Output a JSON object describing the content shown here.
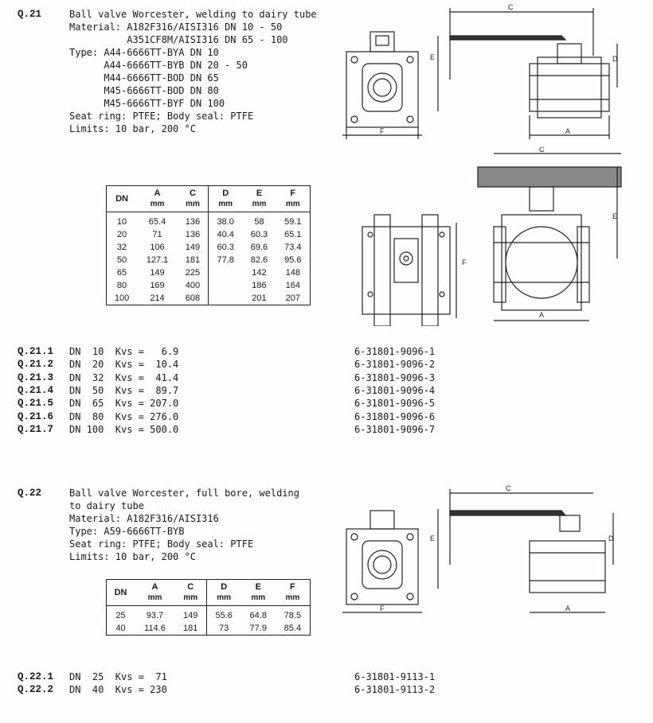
{
  "q21": {
    "code": "Q.21",
    "lines": [
      "Ball valve Worcester, welding to dairy tube",
      "Material: A182F316/AISI316 DN 10 - 50",
      "          A351CF8M/AISI316 DN 65 - 100",
      "Type: A44-6666TT-BYA DN 10",
      "      A44-6666TT-BYB DN 20 - 50",
      "      M44-6666TT-BOD DN 65",
      "      M45-6666TT-BOD DN 80",
      "      M45-6666TT-BYF DN 100",
      "Seat ring: PTFE; Body seal: PTFE",
      "Limits: 10 bar, 200 °C"
    ],
    "table": {
      "headers": [
        [
          "DN",
          ""
        ],
        [
          "A",
          "mm"
        ],
        [
          "C",
          "mm"
        ],
        [
          "D",
          "mm"
        ],
        [
          "E",
          "mm"
        ],
        [
          "F",
          "mm"
        ]
      ],
      "rows": [
        [
          "10",
          "65.4",
          "136",
          "38.0",
          "58",
          "59.1"
        ],
        [
          "20",
          "71",
          "136",
          "40.4",
          "60.3",
          "65.1"
        ],
        [
          "32",
          "106",
          "149",
          "60.3",
          "69.6",
          "73.4"
        ],
        [
          "50",
          "127.1",
          "181",
          "77.8",
          "82.6",
          "95.6"
        ],
        [
          "65",
          "149",
          "225",
          "",
          "142",
          "148"
        ],
        [
          "80",
          "169",
          "400",
          "",
          "186",
          "164"
        ],
        [
          "100",
          "214",
          "608",
          "",
          "201",
          "207"
        ]
      ]
    },
    "orders": [
      {
        "code": "Q.21.1",
        "desc": "DN  10  Kvs =   6.9",
        "part": "6-31801-9096-1"
      },
      {
        "code": "Q.21.2",
        "desc": "DN  20  Kvs =  10.4",
        "part": "6-31801-9096-2"
      },
      {
        "code": "Q.21.3",
        "desc": "DN  32  Kvs =  41.4",
        "part": "6-31801-9096-3"
      },
      {
        "code": "Q.21.4",
        "desc": "DN  50  Kvs =  89.7",
        "part": "6-31801-9096-4"
      },
      {
        "code": "Q.21.5",
        "desc": "DN  65  Kvs = 207.0",
        "part": "6-31801-9096-5"
      },
      {
        "code": "Q.21.6",
        "desc": "DN  80  Kvs = 276.0",
        "part": "6-31801-9096-6"
      },
      {
        "code": "Q.21.7",
        "desc": "DN 100  Kvs = 500.0",
        "part": "6-31801-9096-7"
      }
    ]
  },
  "q22": {
    "code": "Q.22",
    "lines": [
      "Ball valve Worcester, full bore, welding",
      "to dairy tube",
      "Material: A182F316/AISI316",
      "Type: A59-6666TT-BYB",
      "Seat ring: PTFE; Body seal: PTFE",
      "Limits: 10 bar, 200 °C"
    ],
    "table": {
      "headers": [
        [
          "DN",
          ""
        ],
        [
          "A",
          "mm"
        ],
        [
          "C",
          "mm"
        ],
        [
          "D",
          "mm"
        ],
        [
          "E",
          "mm"
        ],
        [
          "F",
          "mm"
        ]
      ],
      "rows": [
        [
          "25",
          "93.7",
          "149",
          "55.6",
          "64.8",
          "78.5"
        ],
        [
          "40",
          "114.6",
          "181",
          "73",
          "77.9",
          "85.4"
        ]
      ]
    },
    "orders": [
      {
        "code": "Q.22.1",
        "desc": "DN  25  Kvs =  71",
        "part": "6-31801-9113-1"
      },
      {
        "code": "Q.22.2",
        "desc": "DN  40  Kvs = 230",
        "part": "6-31801-9113-2"
      }
    ]
  },
  "drawing_labels": {
    "A": "A",
    "C": "C",
    "D": "D",
    "E": "E",
    "F": "F"
  }
}
